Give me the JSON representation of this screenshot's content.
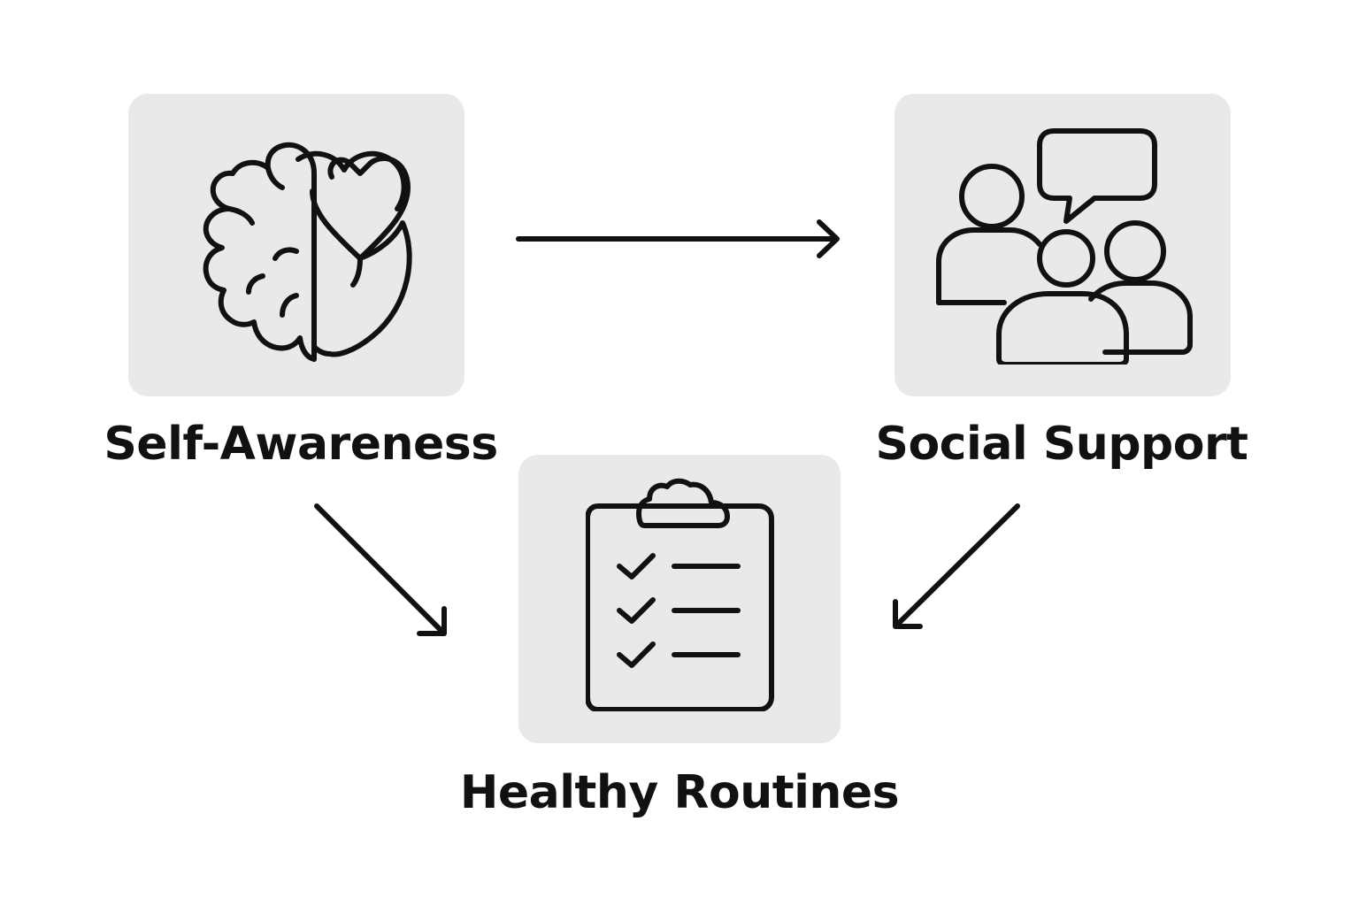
{
  "nodes": {
    "self_awareness": {
      "label": "Self-Awareness",
      "icon": "brain-heart-icon"
    },
    "social_support": {
      "label": "Social Support",
      "icon": "people-chat-icon"
    },
    "healthy_routines": {
      "label": "Healthy Routines",
      "icon": "clipboard-checklist-icon"
    }
  },
  "edges": [
    {
      "from": "self_awareness",
      "to": "social_support"
    },
    {
      "from": "self_awareness",
      "to": "healthy_routines"
    },
    {
      "from": "social_support",
      "to": "healthy_routines"
    }
  ],
  "colors": {
    "tile": "#e9e9e9",
    "stroke": "#111111",
    "background": "#ffffff"
  }
}
